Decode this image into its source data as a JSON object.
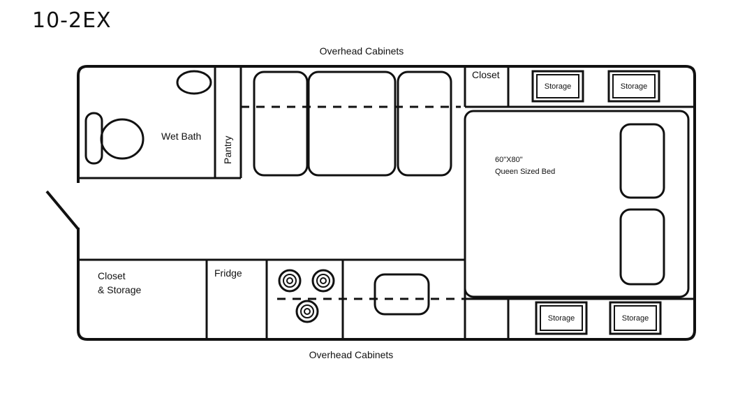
{
  "title": "10-2EX",
  "labels": {
    "overhead_top": "Overhead Cabinets",
    "overhead_bottom": "Overhead Cabinets",
    "closet_top": "Closet",
    "storage_top_1": "Storage",
    "storage_top_2": "Storage",
    "storage_bottom_1": "Storage",
    "storage_bottom_2": "Storage",
    "wet_bath": "Wet Bath",
    "pantry": "Pantry",
    "bed_size": "60\"X80\"",
    "bed_name": "Queen Sized Bed",
    "closet_storage_line1": "Closet",
    "closet_storage_line2": "& Storage",
    "fridge": "Fridge"
  },
  "colors": {
    "line": "#111111",
    "background": "#ffffff"
  }
}
